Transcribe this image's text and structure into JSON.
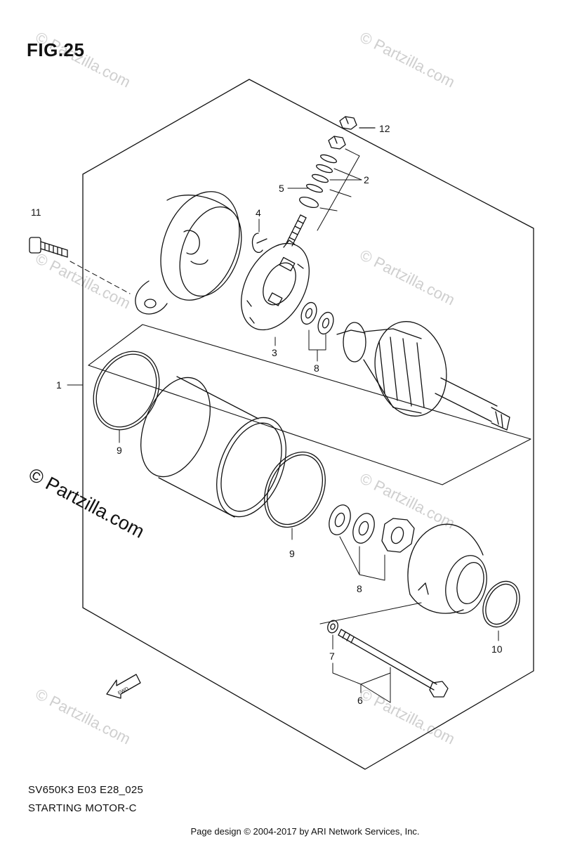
{
  "figure": {
    "title": "FIG.25",
    "model_code": "SV650K3 E03 E28_025",
    "subtitle": "STARTING MOTOR-C"
  },
  "callouts": {
    "c1": "1",
    "c2": "2",
    "c3": "3",
    "c4": "4",
    "c5": "5",
    "c6": "6",
    "c7": "7",
    "c8a": "8",
    "c8b": "8",
    "c9a": "9",
    "c9b": "9",
    "c10": "10",
    "c11": "11",
    "c12": "12",
    "fwd": "FWD"
  },
  "watermark": {
    "small": "© Partzilla.com",
    "large": "© Partzilla.com"
  },
  "footer": {
    "text": "Page design © 2004-2017 by ARI Network Services, Inc."
  }
}
